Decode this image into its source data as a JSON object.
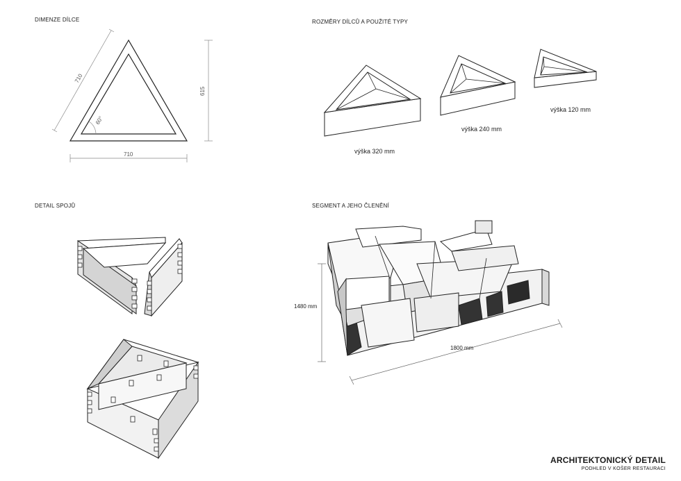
{
  "sections": {
    "dimensions": {
      "title": "DIMENZE DÍLCE"
    },
    "sizes": {
      "title": "ROZMĚRY DÍLCŮ A POUŽITÉ TYPY"
    },
    "joints": {
      "title": "DETAIL SPOJŮ"
    },
    "segment": {
      "title": "SEGMENT A JEHO ČLENĚNÍ"
    }
  },
  "dimension_drawing": {
    "side_label": "710",
    "base_label": "710",
    "height_label": "615",
    "angle_label": "60°"
  },
  "module_types": [
    {
      "caption": "výška 320 mm"
    },
    {
      "caption": "výška 240 mm"
    },
    {
      "caption": "výška 120 mm"
    }
  ],
  "segment_dims": {
    "depth_label": "1480 mm",
    "width_label": "1800 mm"
  },
  "footer": {
    "title": "ARCHITEKTONICKÝ DETAIL",
    "subtitle": "PODHLED V KOŠER RESTAURACI"
  }
}
